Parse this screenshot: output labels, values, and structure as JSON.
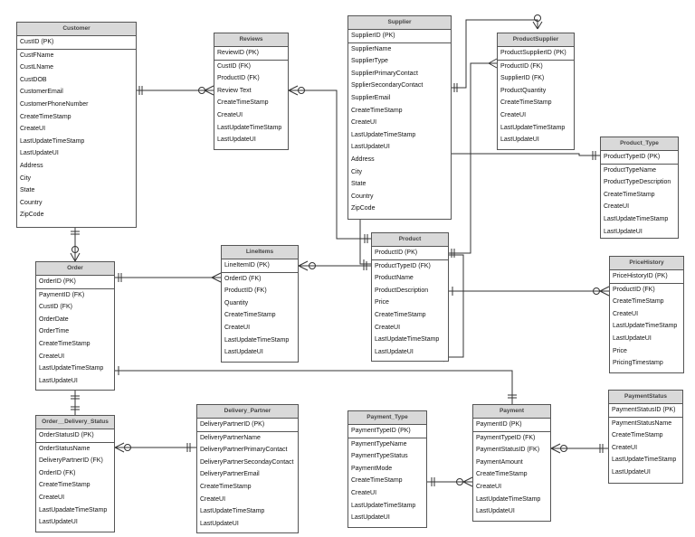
{
  "entities": [
    {
      "name": "Customer",
      "fields": [
        "CustID (PK)",
        "CustFName",
        "CustLName",
        "CustDOB",
        "CustomerEmail",
        "CustomerPhoneNumber",
        "CreateTimeStamp",
        "CreateUI",
        "LastUpdateTimeStamp",
        "LastUpdateUI",
        "Address",
        "City",
        "State",
        "Country",
        "ZipCode"
      ]
    },
    {
      "name": "Reviews",
      "fields": [
        "ReviewID (PK)",
        "CustID (FK)",
        "ProductID (FK)",
        "Review Text",
        "CreateTimeStamp",
        "CreateUI",
        "LastUpdateTimeStamp",
        "LastUpdateUI"
      ]
    },
    {
      "name": "Supplier",
      "fields": [
        "SupplierID (PK)",
        "SupplierName",
        "SupplierType",
        "SupplierPrimaryContact",
        "SpplierSecondaryContact",
        "SupplierEmail",
        "CreateTimeStamp",
        "CreateUI",
        "LastUpdateTimeStamp",
        "LastUpdateUI",
        "Address",
        "City",
        "State",
        "Country",
        "ZipCode"
      ]
    },
    {
      "name": "ProductSupplier",
      "fields": [
        "ProductSupplierID (PK)",
        "ProductID (FK)",
        "SupplierID (FK)",
        "ProductQuantity",
        "CreateTimeStamp",
        "CreateUI",
        "LastUpdateTimeStamp",
        "LastUpdateUI"
      ]
    },
    {
      "name": "Product_Type",
      "fields": [
        "ProductTypeID (PK)",
        "ProductTypeName",
        "ProductTypeDescription",
        "CreateTimeStamp",
        "CreateUI",
        "LastUpdateTimeStamp",
        "LastUpdateUI"
      ]
    },
    {
      "name": "Order",
      "fields": [
        "OrderID (PK)",
        "PaymentID (FK)",
        "CustID (FK)",
        "OrderDate",
        "OrderTime",
        "CreateTimeStamp",
        "CreateUI",
        "LastUpdateTimeStamp",
        "LastUpdateUI"
      ]
    },
    {
      "name": "LineItems",
      "fields": [
        "LineItemID (PK)",
        "OrderID (FK)",
        "ProductID (FK)",
        "Quantity",
        "CreateTimeStamp",
        "CreateUI",
        "LastUpdateTimeStamp",
        "LastUpdateUI"
      ]
    },
    {
      "name": "Product",
      "fields": [
        "ProductID (PK)",
        "ProductTypeID (FK)",
        "ProductName",
        "ProductDescription",
        "Price",
        "CreateTimeStamp",
        "CreateUI",
        "LastUpdateTimeStamp",
        "LastUpdateUI"
      ]
    },
    {
      "name": "PriceHistory",
      "fields": [
        "PriceHistoryID (PK)",
        "ProductID (FK)",
        "CreateTimeStamp",
        "CreateUI",
        "LastUpdateTimeStamp",
        "LastUpdateUI",
        "Price",
        "PricingTimestamp"
      ]
    },
    {
      "name": "Order__Delivery_Status",
      "fields": [
        "OrderStatusID (PK)",
        "OrderStatusName",
        "DeliveryPartnerID (FK)",
        "OrderID (FK)",
        "CreateTimeStamp",
        "CreateUI",
        "LastUpadateTimeStamp",
        "LastUpdateUI"
      ]
    },
    {
      "name": "Delivery_Partner",
      "fields": [
        "DeliveryPartnerID (PK)",
        "DeliveryPartnerName",
        "DeliveryPartnerPrimaryContact",
        "DeliveryPartnerSecondayContact",
        "DeliveryPartnerEmail",
        "CreateTimeStamp",
        "CreateUI",
        "LastUpdateTimeStamp",
        "LastUpdateUI"
      ]
    },
    {
      "name": "Payment_Type",
      "fields": [
        "PaymentTypeID (PK)",
        "PaymentTypeName",
        "PaymentTypeStatus",
        "PaymentMode",
        "CreateTimeStamp",
        "CreateUI",
        "LastUpdateTimeStamp",
        "LastUpdateUI"
      ]
    },
    {
      "name": "Payment",
      "fields": [
        "PaymentID (PK)",
        "PaymentTypeID (FK)",
        "PaymentStatusID (FK)",
        "PaymentAmount",
        "CreateTimeStamp",
        "CreateUI",
        "LastUpdateTimeStamp",
        "LastUpdateUI"
      ]
    },
    {
      "name": "PaymentStatus",
      "fields": [
        "PaymentStatusID (PK)",
        "PaymentStatusName",
        "CreateTimeStamp",
        "CreateUI",
        "LastUpdateTimeStamp",
        "LastUpdateUI"
      ]
    }
  ]
}
